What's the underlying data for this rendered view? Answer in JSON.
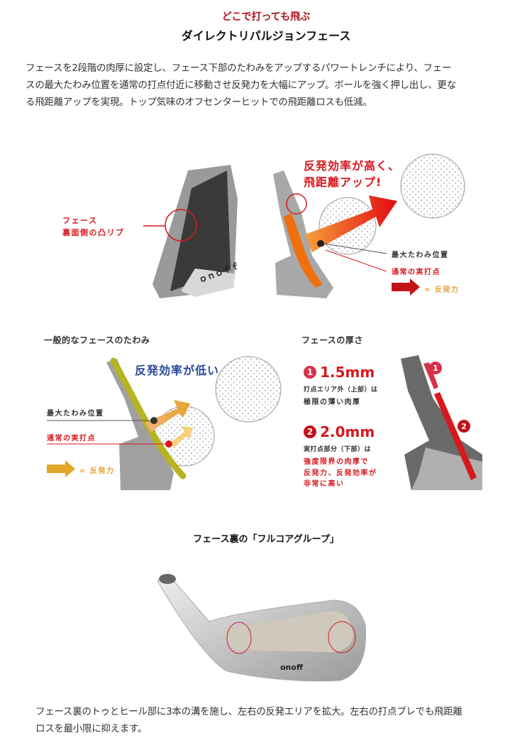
{
  "header": {
    "tagline": "どこで打っても飛ぶ",
    "title": "ダイレクトリパルジョンフェース"
  },
  "intro": {
    "lines": [
      "フェースを2段階の肉厚に設定し、フェース下部のたわみをアップするパワートレンチにより、フェー",
      "スの最大たわみ位置を通常の打点付近に移動させ反発力を大幅にアップ。ボールを強く押し出し、更な",
      "る飛距離アップを実現。トップ気味のオフセンターヒットでの飛距離ロスも低減。"
    ]
  },
  "diagram_rib": {
    "label_line1": "フェース",
    "label_line2": "裏面側の凸リブ"
  },
  "diagram_high": {
    "headline_line1": "反発効率が高く、",
    "headline_line2": "飛距離アップ!",
    "max_flex": "最大たわみ位置",
    "normal_hit": "通常の実打点",
    "legend": "= 反発力"
  },
  "diagram_general": {
    "title": "一般的なフェースのたわみ",
    "headline": "反発効率が低い",
    "max_flex": "最大たわみ位置",
    "normal_hit": "通常の実打点",
    "legend": "= 反発力"
  },
  "thickness": {
    "title": "フェースの厚さ",
    "item1": {
      "num": "1",
      "value": "1.5mm",
      "desc1": "打点エリア外（上部）は",
      "desc2": "極限の薄い肉厚"
    },
    "item2": {
      "num": "2",
      "value": "2.0mm",
      "desc1": "実打点部分（下部）は",
      "desc2": "強度限界の肉厚で",
      "desc3": "反発力、反発効率が",
      "desc4": "非常に高い"
    }
  },
  "groove": {
    "title": "フェース裏の「フルコアグループ」",
    "lines": [
      "フェース裏のトゥとヒール部に3本の溝を施し、左右の反発エリアを拡大。左右の打点ブレでも飛距離",
      "ロスを最小限に抑えます。"
    ],
    "head_marking": "onoff"
  },
  "colors": {
    "accent_red": "#d7191f",
    "heading_red": "#b0121b",
    "blue": "#2a4a9a",
    "orange": "#e8a030"
  }
}
